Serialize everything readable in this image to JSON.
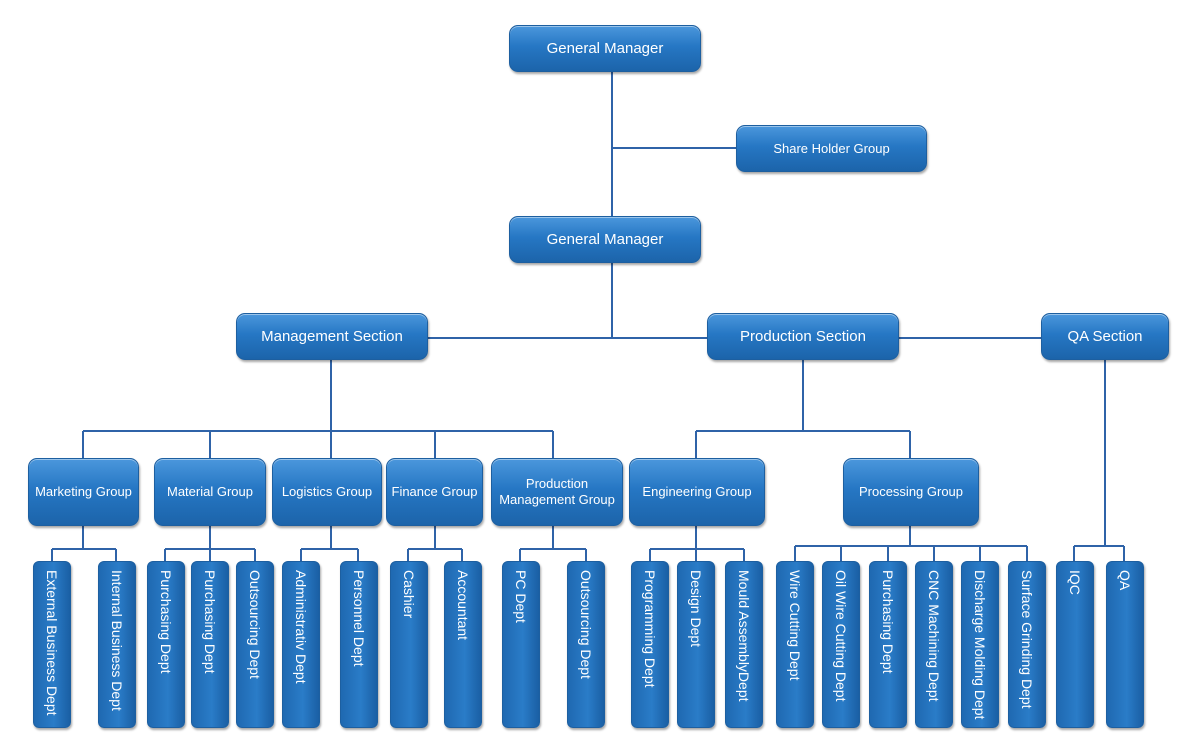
{
  "top_manager": "General Manager",
  "share_holder": "Share Holder Group",
  "general_manager": "General Manager",
  "sections": {
    "management": "Management Section",
    "production": "Production Section",
    "qa": "QA Section"
  },
  "groups": {
    "marketing": "Marketing Group",
    "material": "Material Group",
    "logistics": "Logistics Group",
    "finance": "Finance Group",
    "production_management": "Production Management Group",
    "engineering": "Engineering Group",
    "processing": "Processing Group"
  },
  "depts": {
    "external_business": "External Business Dept",
    "internal_business": "Internal Business Dept",
    "purchasing_1": "Purchasing Dept",
    "purchasing_2": "Purchasing Dept",
    "outsourcing_1": "Outsourcing Dept",
    "administrativ": "Administrativ Dept",
    "personnel": "Personnel Dept",
    "cashier": "Cashier",
    "accountant": "Accountant",
    "pc": "PC Dept",
    "outsourcing_2": "Outsourcing Dept",
    "programming": "Programming Dept",
    "design": "Design Dept",
    "mould_assembly": "Mould AssemblyDept",
    "wire_cutting": "Wire Cutting Dept",
    "oil_wire_cutting": "Oil Wire Cutting Dept",
    "purchasing_3": "Purchasing Dept",
    "cnc_machining": "CNC Machining Dept",
    "discharge_molding": "Discharge Molding Dept",
    "surface_grinding": "Surface Grinding Dept",
    "iqc": "IQC",
    "qa": "QA"
  }
}
